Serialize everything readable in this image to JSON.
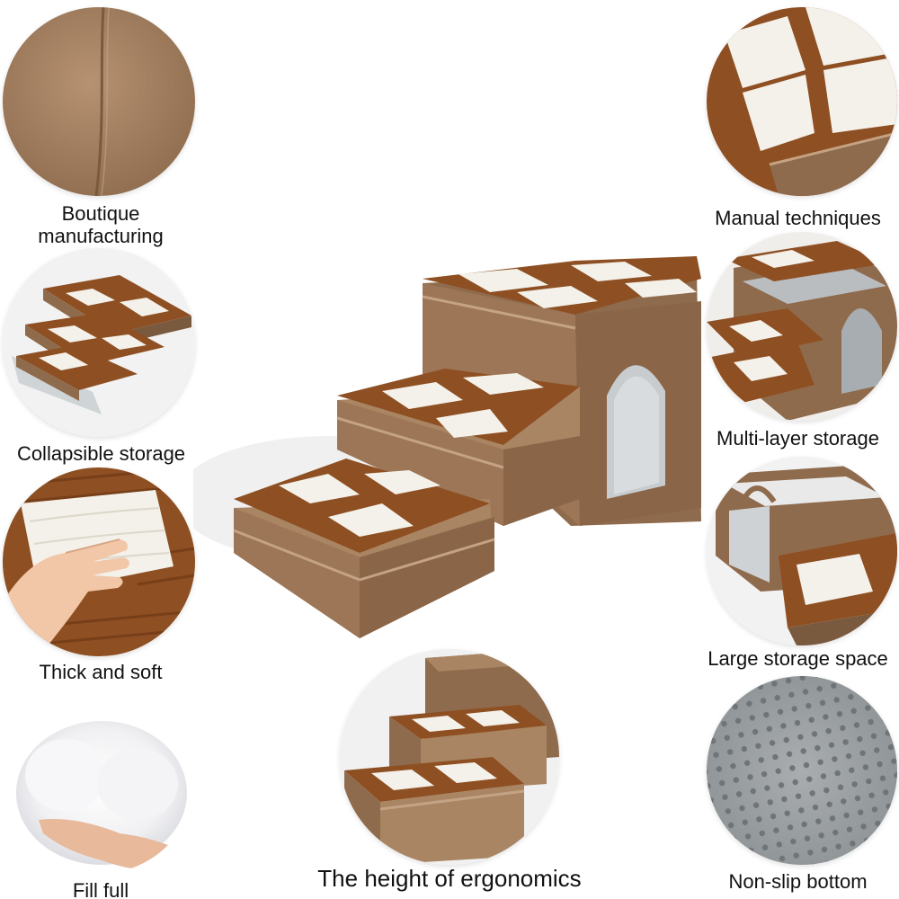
{
  "features": {
    "boutique": {
      "line1": "Boutique",
      "line2": "manufacturing",
      "icon": "felt-fabric-icon"
    },
    "collapsible": {
      "label": "Collapsible storage",
      "icon": "folded-steps-icon"
    },
    "thick_soft": {
      "label": "Thick and soft",
      "icon": "hand-pressing-cushion-icon"
    },
    "fill_full": {
      "label": "Fill full",
      "icon": "cotton-fill-icon"
    },
    "manual": {
      "label": "Manual techniques",
      "icon": "stitched-corner-icon"
    },
    "multi_layer": {
      "label": "Multi-layer storage",
      "icon": "open-storage-box-icon"
    },
    "large_storage": {
      "label": "Large storage space",
      "icon": "storage-interior-icon"
    },
    "non_slip": {
      "label": "Non-slip bottom",
      "icon": "dotted-grip-icon"
    },
    "ergonomics": {
      "label": "The height of ergonomics",
      "icon": "step-height-icon"
    }
  },
  "colors": {
    "felt": "#8f6b4d",
    "felt_light": "#a98563",
    "plush_brown": "#8e4f22",
    "plush_white": "#f4f1ea",
    "grey_pad": "#9ea3a6"
  }
}
